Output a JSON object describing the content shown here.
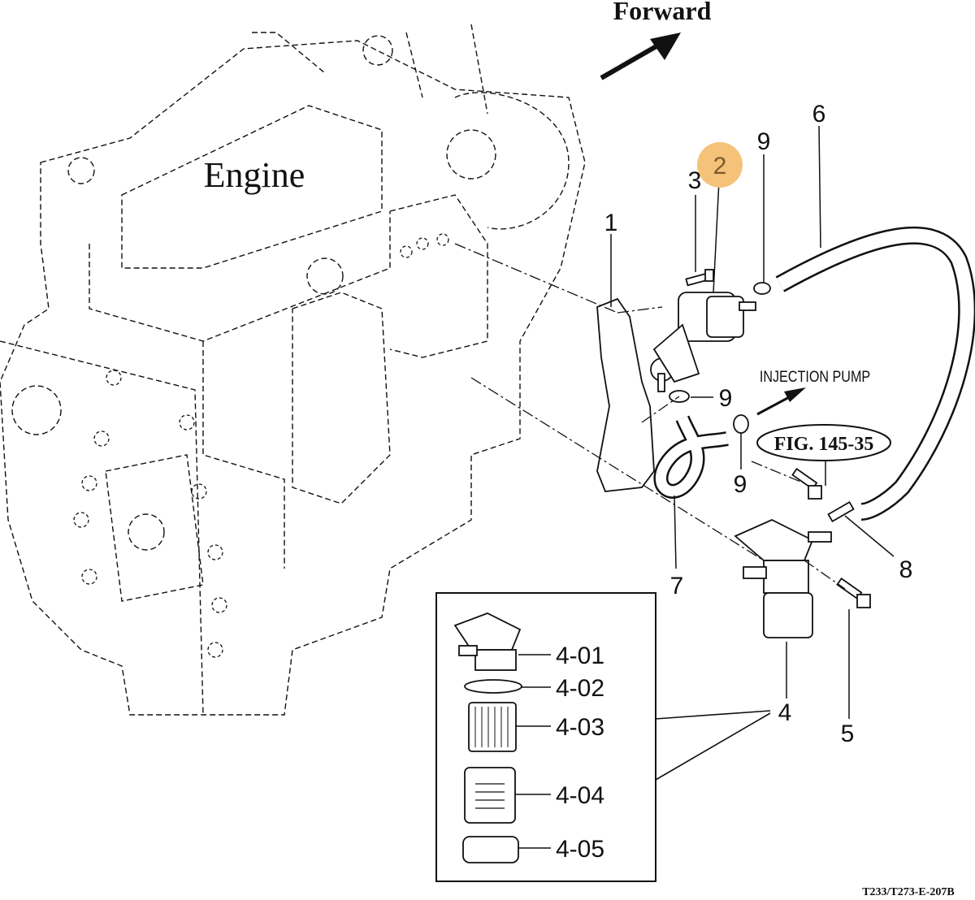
{
  "direction_label": "Forward",
  "engine_label": "Engine",
  "injection_pump_label": "INJECTION PUMP",
  "figure_reference": "FIG. 145-35",
  "drawing_code": "T233/T273-E-207B",
  "highlight_color": "#f5c27a",
  "callouts": {
    "p1": "1",
    "p2": "2",
    "p3": "3",
    "p4": "4",
    "p5": "5",
    "p6": "6",
    "p7": "7",
    "p8": "8",
    "p9a": "9",
    "p9b": "9",
    "p9c": "9"
  },
  "inset": {
    "items": [
      "4-01",
      "4-02",
      "4-03",
      "4-04",
      "4-05"
    ]
  }
}
